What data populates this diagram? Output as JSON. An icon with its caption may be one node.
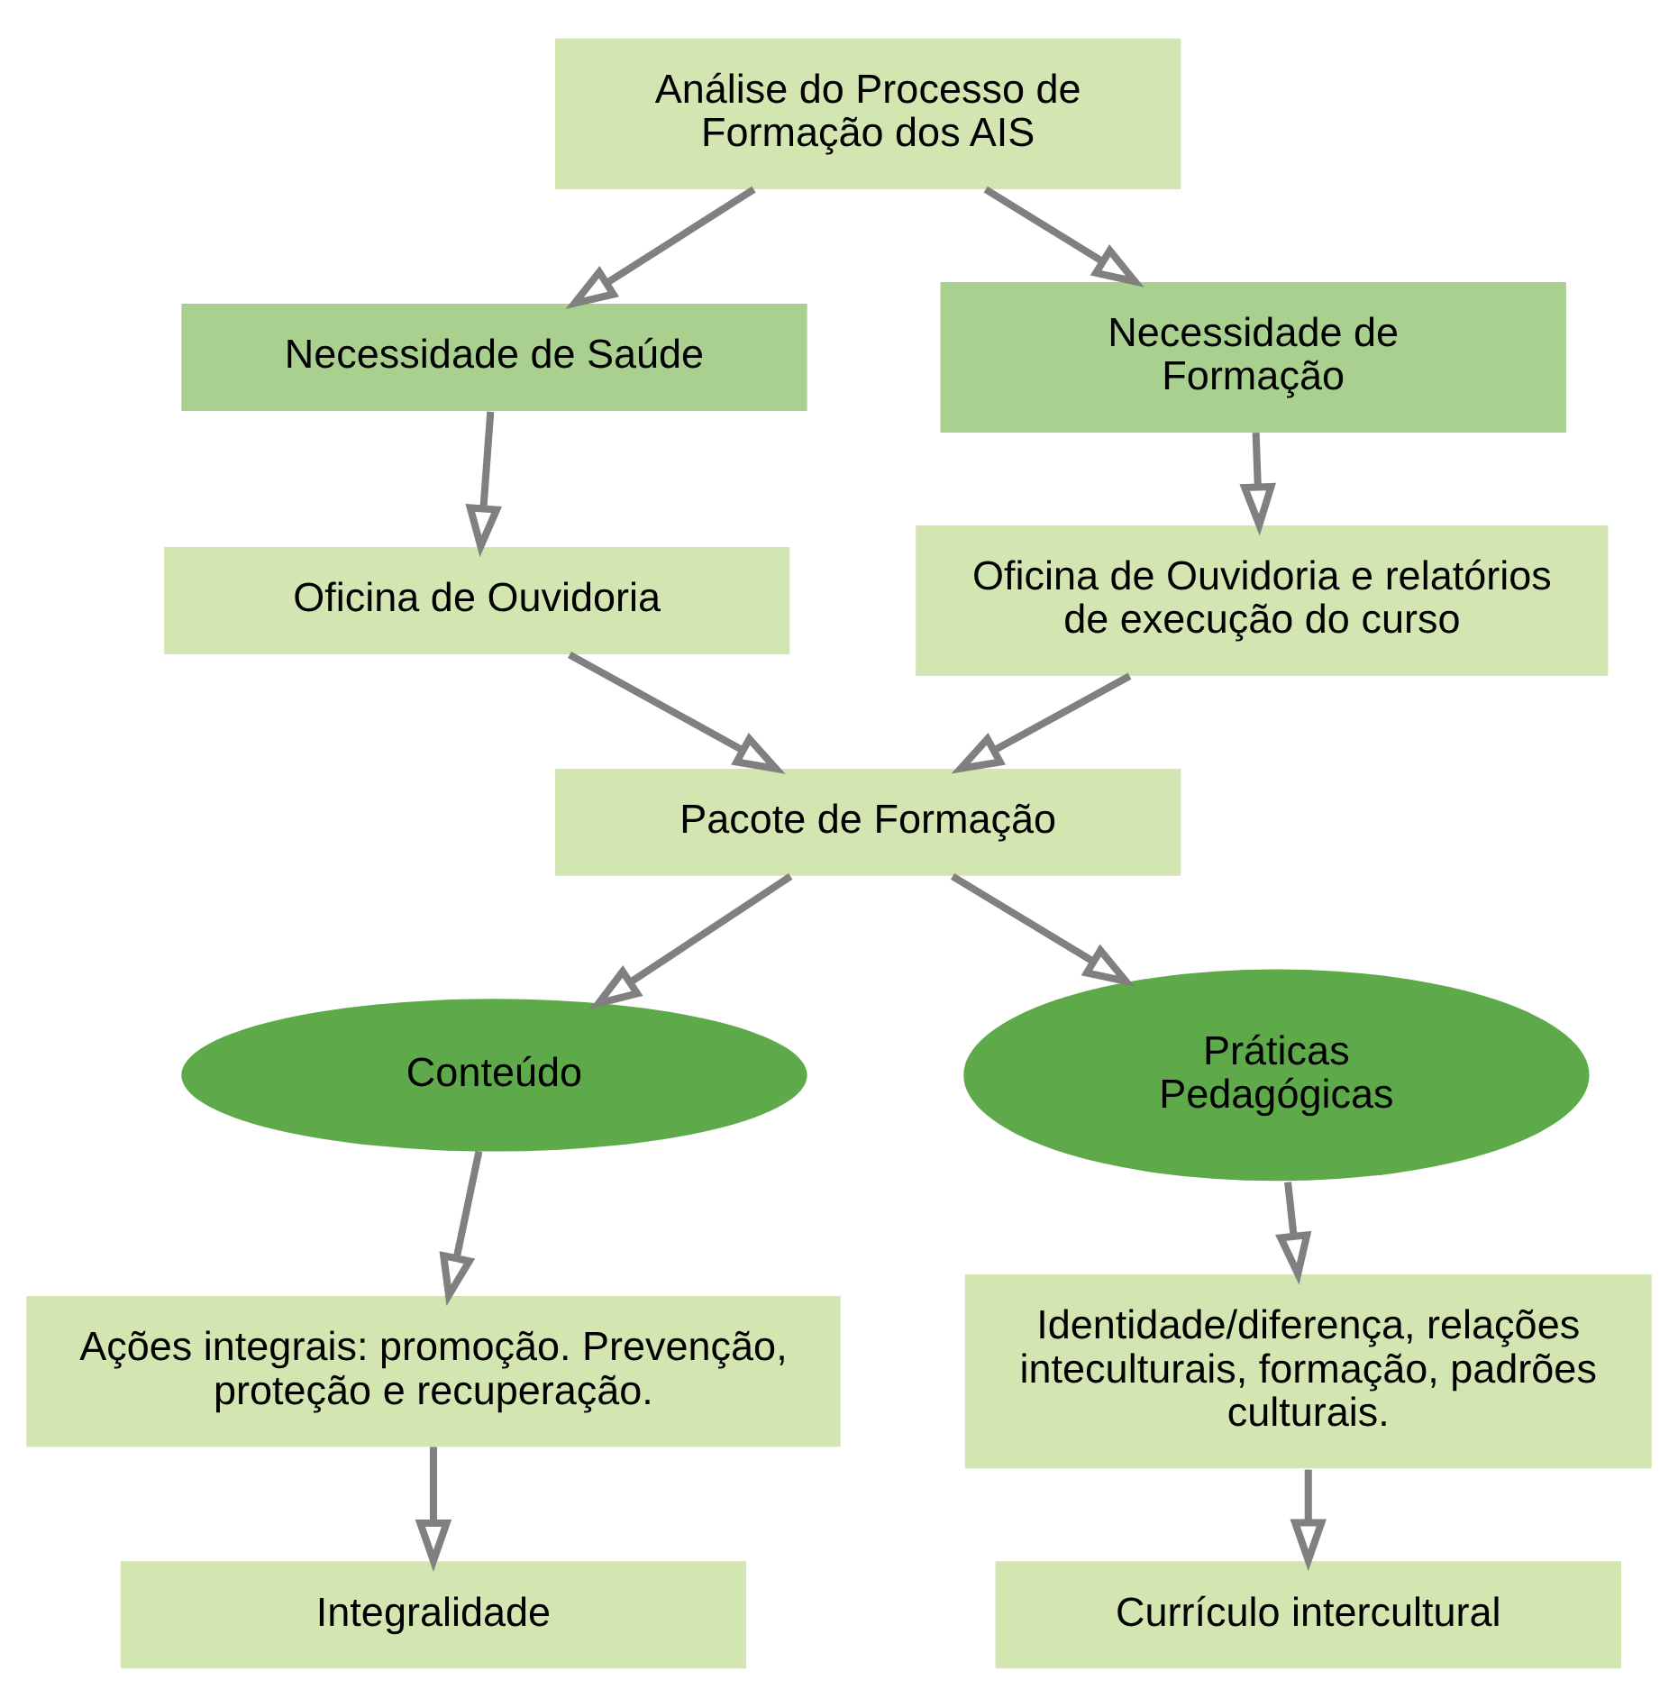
{
  "diagram": {
    "nodes": [
      {
        "text": [
          "Análise do Processo de Formação dos AIS"
        ]
      },
      {
        "text": [
          "Necessidade de Saúde"
        ]
      },
      {
        "text": [
          "Necessidade de Formação"
        ]
      },
      {
        "text": [
          "Oficina de Ouvidoria"
        ]
      },
      {
        "text": [
          "Oficina de Ouvidoria e relatórios de execução do curso"
        ]
      },
      {
        "text": [
          "Pacote de Formação"
        ]
      },
      {
        "text": [
          "Conteúdo"
        ]
      },
      {
        "text": [
          "Práticas Pedagógicas"
        ]
      },
      {
        "text": [
          "Ações integrais: promoção. Prevenção, proteção e recuperação."
        ]
      },
      {
        "text": [
          "Identidade/diferença, relações inteculturais, formação, padrões culturais."
        ]
      },
      {
        "text": [
          "Integralidade"
        ]
      },
      {
        "text": [
          "Currículo intercultural"
        ]
      }
    ],
    "edges": [
      {
        "from": 0,
        "to": 1,
        "arrow": "to"
      },
      {
        "from": 0,
        "to": 2,
        "arrow": "to"
      },
      {
        "from": 1,
        "to": 3,
        "arrow": "to"
      },
      {
        "from": 2,
        "to": 4,
        "arrow": "to"
      },
      {
        "from": 3,
        "to": 5,
        "arrow": "to"
      },
      {
        "from": 4,
        "to": 5,
        "arrow": "to"
      },
      {
        "from": 5,
        "to": 6,
        "arrow": "to"
      },
      {
        "from": 5,
        "to": 7,
        "arrow": "to"
      },
      {
        "from": 6,
        "to": 8,
        "arrow": "to"
      },
      {
        "from": 7,
        "to": 9,
        "arrow": "to"
      },
      {
        "from": 8,
        "to": 10,
        "arrow": "to"
      },
      {
        "from": 9,
        "to": 11,
        "arrow": "to"
      }
    ]
  }
}
